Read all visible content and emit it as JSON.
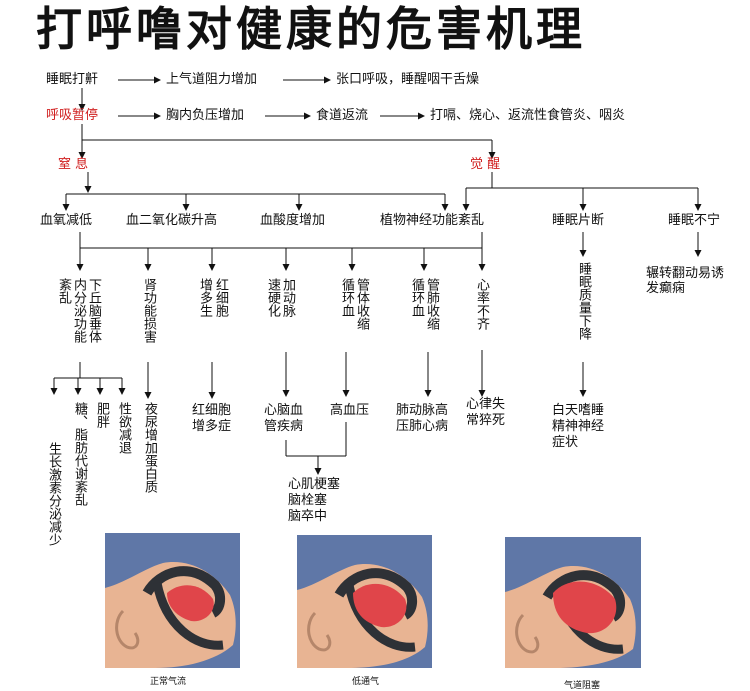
{
  "title": "打呼噜对健康的危害机理",
  "row1": [
    "睡眠打鼾",
    "上气道阻力增加",
    "张口呼吸，睡醒咽干舌燥"
  ],
  "row2": [
    "呼吸暂停",
    "胸内负压增加",
    "食道返流",
    "打嗝、烧心、返流性食管炎、咽炎"
  ],
  "branch_left": "窒 息",
  "branch_right": "觉 醒",
  "row4": [
    "血氧减低",
    "血二氧化碳升高",
    "血酸度增加",
    "植物神经功能紊乱",
    "睡眠片断",
    "睡眠不宁"
  ],
  "level5": {
    "hypo_col1": "下丘脑垂体",
    "hypo_col2": "内分泌功能",
    "hypo_col3": "紊乱",
    "kidney": "肾功能损害",
    "red_col1": "红细胞",
    "red_col2": "增多生",
    "vessel_col1": "加动脉",
    "vessel_col2": "速硬化",
    "circ_col1": "管体收缩",
    "circ_col2": "循环血",
    "lung_col1": "管肺收缩",
    "lung_col2": "循环血",
    "heart": "心率不齐",
    "sleep_quality": "睡眠质量下降",
    "seizure": "辗转翻动易诱发癫痫"
  },
  "level6": {
    "growth": "生长激素分泌减少",
    "sugar": "糖、脂肪代谢紊乱",
    "obese": "肥胖",
    "libido": "性欲减退",
    "nocturia": "夜尿增加蛋白质",
    "polycythemia_1": "红细胞",
    "polycythemia_2": "增多症",
    "cardio_1": "心脑血",
    "cardio_2": "管疾病",
    "hypertension": "高血压",
    "pulm_1": "肺动脉高",
    "pulm_2": "压肺心病",
    "arrhythmia_1": "心律失",
    "arrhythmia_2": "常猝死",
    "daytime_1": "白天嗜睡",
    "daytime_2": "精神神经",
    "daytime_3": "症状"
  },
  "stroke_lines": [
    "心肌梗塞",
    "脑栓塞",
    "脑卒中"
  ],
  "images": [
    {
      "caption": "正常气流"
    },
    {
      "caption": "低通气"
    },
    {
      "caption": "气道阻塞"
    }
  ],
  "colors": {
    "accent_red": "#d01e1e",
    "bg_blue": "#5f77a7",
    "skin": "#e8b493",
    "airway": "#2e3136",
    "tongue": "#e0454a"
  }
}
